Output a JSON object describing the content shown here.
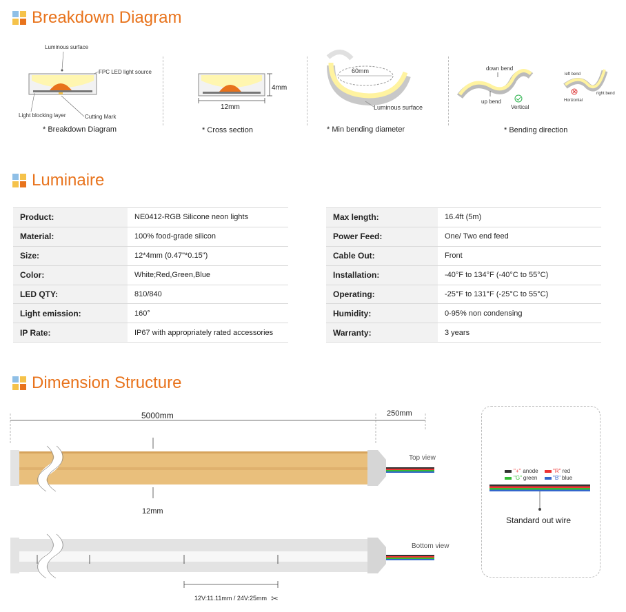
{
  "sections": {
    "breakdown": "Breakdown Diagram",
    "luminaire": "Luminaire",
    "dimension": "Dimension Structure"
  },
  "colors": {
    "accent": "#e8731c",
    "icon_blue": "#8fbfe6",
    "icon_yellow": "#f5c24a",
    "icon_orange": "#e8731c",
    "strip": "#e9bf7c",
    "glow": "#fff6b0"
  },
  "breakdown": {
    "luminous_surface": "Luminous surface",
    "fpc": "FPC LED light source",
    "light_blocking": "Light blocking layer",
    "cutting_mark": "Cutting Mark",
    "cap_breakdown": "* Breakdown Diagram",
    "height": "4mm",
    "width": "12mm",
    "cap_cross": "* Cross section",
    "diameter": "60mm",
    "luminous_surface2": "Luminous surface",
    "cap_min": "* Min bending diameter",
    "down_bend": "down bend",
    "up_bend": "up bend",
    "vertical": "Vertical",
    "left_bend": "left bend",
    "right_bend": "right bend",
    "horizontal": "Horizontal",
    "cap_dir": "* Bending direction"
  },
  "spec_left": [
    {
      "k": "Product:",
      "v": "NE0412-RGB Silicone neon lights"
    },
    {
      "k": "Material:",
      "v": "100% food-grade silicon"
    },
    {
      "k": "Size:",
      "v": "12*4mm (0.47\"*0.15\")"
    },
    {
      "k": "Color:",
      "v": "White;Red,Green,Blue"
    },
    {
      "k": "LED QTY:",
      "v": "810/840"
    },
    {
      "k": "Light emission:",
      "v": "160°"
    },
    {
      "k": "IP Rate:",
      "v": "IP67 with appropriately rated accessories"
    }
  ],
  "spec_right": [
    {
      "k": "Max length:",
      "v": "16.4ft (5m)"
    },
    {
      "k": "Power Feed:",
      "v": "One/ Two end feed"
    },
    {
      "k": "Cable Out:",
      "v": "Front"
    },
    {
      "k": "Installation:",
      "v": "-40°F to 134°F (-40°C to 55°C)"
    },
    {
      "k": "Operating:",
      "v": "-25°F to 131°F (-25°C to 55°C)"
    },
    {
      "k": "Humidity:",
      "v": "0-95% non condensing"
    },
    {
      "k": "Warranty:",
      "v": "3 years"
    }
  ],
  "dimension": {
    "length": "5000mm",
    "wire_length": "250mm",
    "top_view": "Top view",
    "width": "12mm",
    "bottom_view": "Bottom view",
    "cut_unit": "12V:11.11mm / 24V:25mm",
    "legend": {
      "anode_q": "\"+\"",
      "anode": "anode",
      "red_q": "\"R\"",
      "red": "red",
      "green_q": "\"G\"",
      "green": "green",
      "blue_q": "\"B\"",
      "blue": "blue"
    },
    "standard_wire": "Standard out wire"
  }
}
